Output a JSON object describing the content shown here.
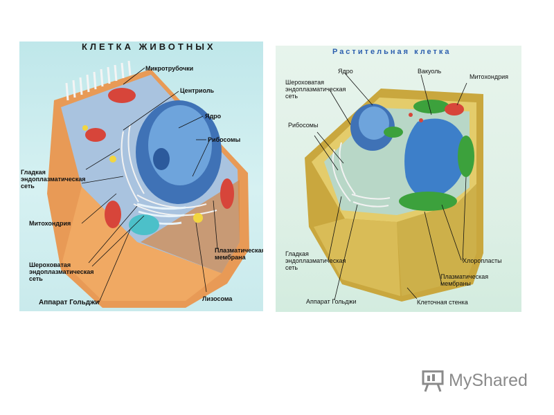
{
  "animal_cell": {
    "title": "КЛЕТКА ЖИВОТНЫХ",
    "labels": {
      "microtubules": "Микротрубочки",
      "centriole": "Центриоль",
      "nucleus": "Ядро",
      "ribosomes": "Рибосомы",
      "smooth_er": "Гладкая\nэндоплазматическая\nсеть",
      "mitochondria": "Митохондрия",
      "rough_er": "Шероховатая\nэндоплазматическая\nсеть",
      "golgi": "Аппарат Гольджи",
      "plasma_membrane": "Плазматическая\nмембрана",
      "lysosome": "Лизосома"
    }
  },
  "plant_cell": {
    "title": "Растительная клетка",
    "labels": {
      "nucleus": "Ядро",
      "vacuole": "Вакуоль",
      "mitochondria": "Митохондрия",
      "rough_er": "Шероховатая\nэндоплазматическая\nсеть",
      "ribosomes": "Рибосомы",
      "smooth_er": "Гладкая\nэндоплазматическая\nсеть",
      "golgi": "Аппарат Гольджи",
      "chloroplasts": "Хлоропласты",
      "plasma_membranes": "Плазматическая\nмембраны",
      "cell_wall": "Клеточная стенка"
    }
  },
  "watermark": {
    "text": "MyShared",
    "icon": "presentation-board-icon"
  },
  "colors": {
    "animal_bg": "#c9eaec",
    "plant_bg": "#dff0e6",
    "plant_title": "#2c5fae",
    "nucleus": "#4f86c9",
    "mitochondria": "#d7453a",
    "chloroplast": "#3ca13c",
    "cell_wall": "#d3b349"
  }
}
